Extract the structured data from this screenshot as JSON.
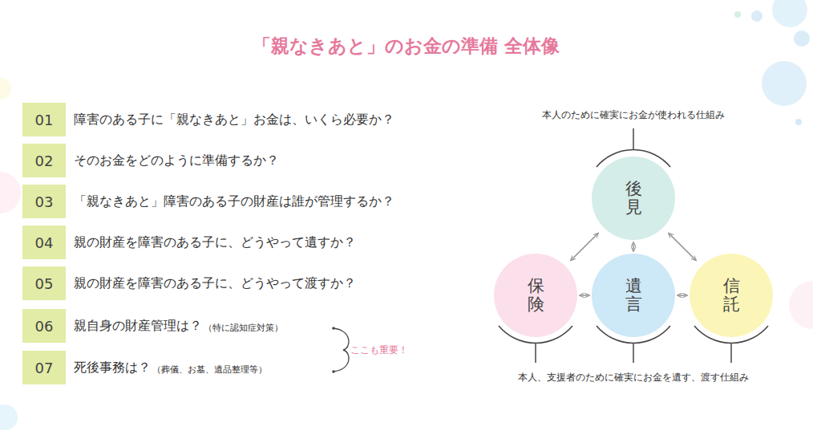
{
  "diagram": {
    "title": "「親なきあと」のお金の準備 全体像",
    "nodes": [
      {
        "text": [
          "01"
        ]
      },
      {
        "text": [
          "02"
        ]
      },
      {
        "text": [
          "03"
        ]
      },
      {
        "text": [
          "04"
        ]
      },
      {
        "text": [
          "05"
        ]
      },
      {
        "text": [
          "06"
        ]
      },
      {
        "text": [
          "07"
        ]
      },
      {
        "text": [
          "後見"
        ]
      },
      {
        "text": [
          "保険"
        ]
      },
      {
        "text": [
          "遺言"
        ]
      },
      {
        "text": [
          "信託"
        ]
      }
    ],
    "edges": [
      {
        "from": 7,
        "to": 8,
        "arrow": "both"
      },
      {
        "from": 7,
        "to": 9,
        "arrow": "both"
      },
      {
        "from": 7,
        "to": 10,
        "arrow": "both"
      },
      {
        "from": 8,
        "to": 9,
        "arrow": "both"
      },
      {
        "from": 9,
        "to": 10,
        "arrow": "both"
      }
    ],
    "labels": [
      "障害のある子に「親なきあと」お金は、いくら必要か？",
      "そのお金をどのように準備するか？",
      "「親なきあと」障害のある子の財産は誰が管理するか？",
      "親の財産を障害のある子に、どうやって遺すか？",
      "親の財産を障害のある子に、どうやって渡すか？",
      "親自身の財産管理は？",
      "（特に認知症対策）",
      "死後事務は？",
      "（葬儀、お墓、遺品整理等）",
      "ここも重要！",
      "本人のために確実にお金が使われる仕組み",
      "本人、支援者のために確実にお金を遺す、渡す仕組み"
    ]
  }
}
